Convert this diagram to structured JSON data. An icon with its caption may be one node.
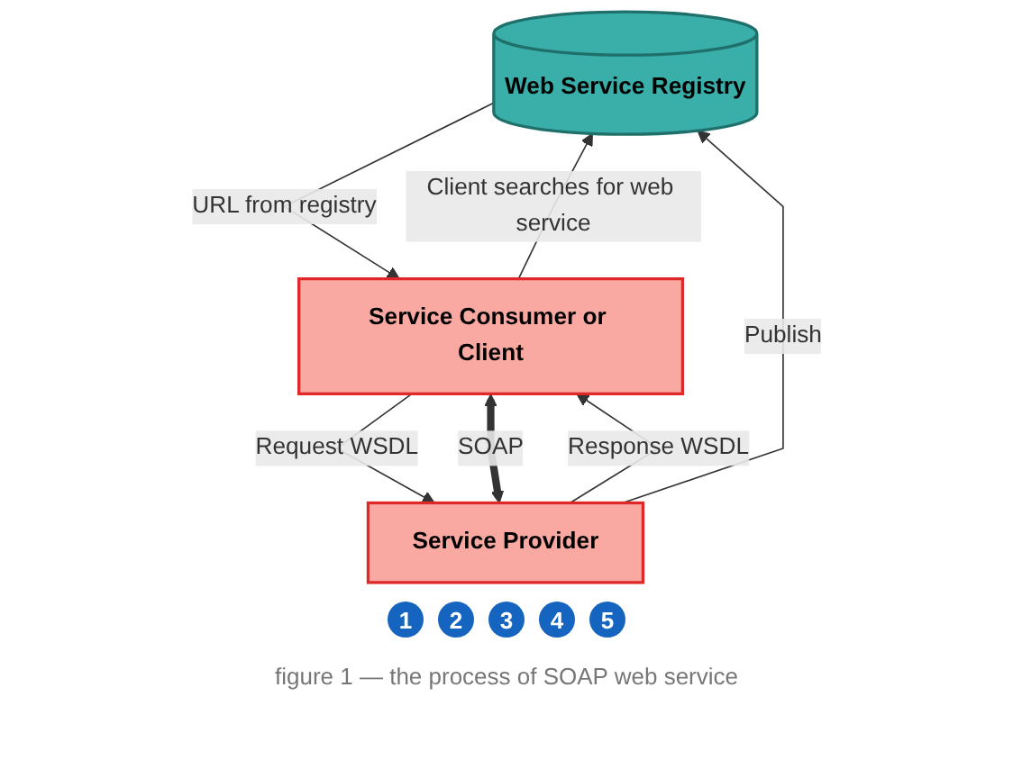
{
  "diagram": {
    "caption": "figure 1 — the process of SOAP web service",
    "nodes": [
      {
        "text": [
          "Web Service Registry"
        ]
      },
      {
        "text": [
          "Service Consumer or Client"
        ]
      },
      {
        "text": [
          "Service Provider"
        ]
      }
    ],
    "edges": [
      {
        "from": 2,
        "to": 0,
        "arrow": "to",
        "label": "Publish"
      },
      {
        "from": 1,
        "to": 0,
        "arrow": "to",
        "label": "Client searches for web service"
      },
      {
        "from": 0,
        "to": 1,
        "arrow": "to",
        "label": "URL from registry"
      },
      {
        "from": 1,
        "to": 2,
        "arrow": "to",
        "label": "Request WSDL"
      },
      {
        "from": 2,
        "to": 1,
        "arrow": "to",
        "label": "Response WSDL"
      },
      {
        "from": 1,
        "to": 2,
        "arrow": "both",
        "label": "SOAP",
        "style": "thick"
      }
    ],
    "labels": [
      "1",
      "2",
      "3",
      "4",
      "5"
    ]
  }
}
